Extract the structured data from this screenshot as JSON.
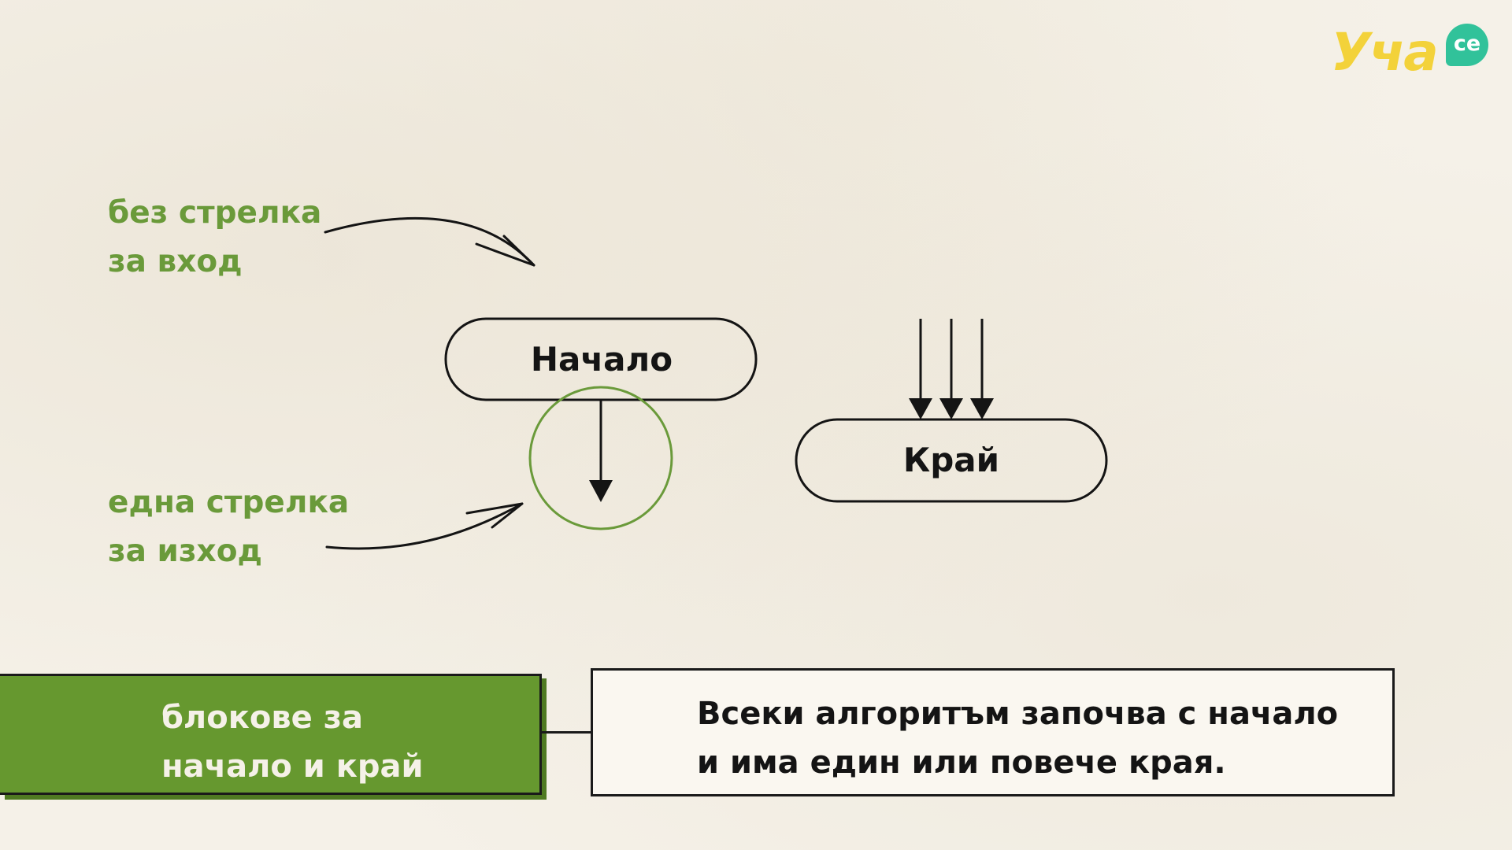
{
  "logo": {
    "text": "Уча",
    "badge": "се",
    "primary_color": "#f3d23a",
    "badge_color": "#31c29a"
  },
  "annotations": {
    "no_input": [
      "без стрелка",
      "за вход"
    ],
    "one_output": [
      "една стрелка",
      "за изход"
    ]
  },
  "terminals": {
    "start_label": "Начало",
    "end_label": "Край"
  },
  "caption": {
    "term": [
      "блокове за",
      "начало и край"
    ],
    "definition": [
      "Всеки алгоритъм започва с начало",
      "и има един или повече края."
    ]
  },
  "colors": {
    "accent_green": "#66982f",
    "ink": "#141414",
    "paper": "#f5f1e8"
  }
}
